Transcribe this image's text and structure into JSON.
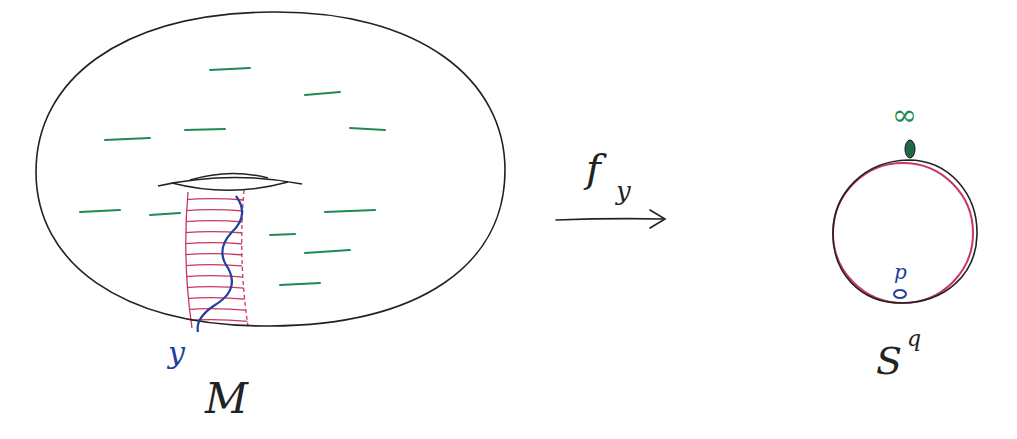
{
  "diagram": {
    "labels": [
      "y",
      "M",
      "f",
      "y",
      "∞",
      "p",
      "S",
      "q"
    ]
  }
}
